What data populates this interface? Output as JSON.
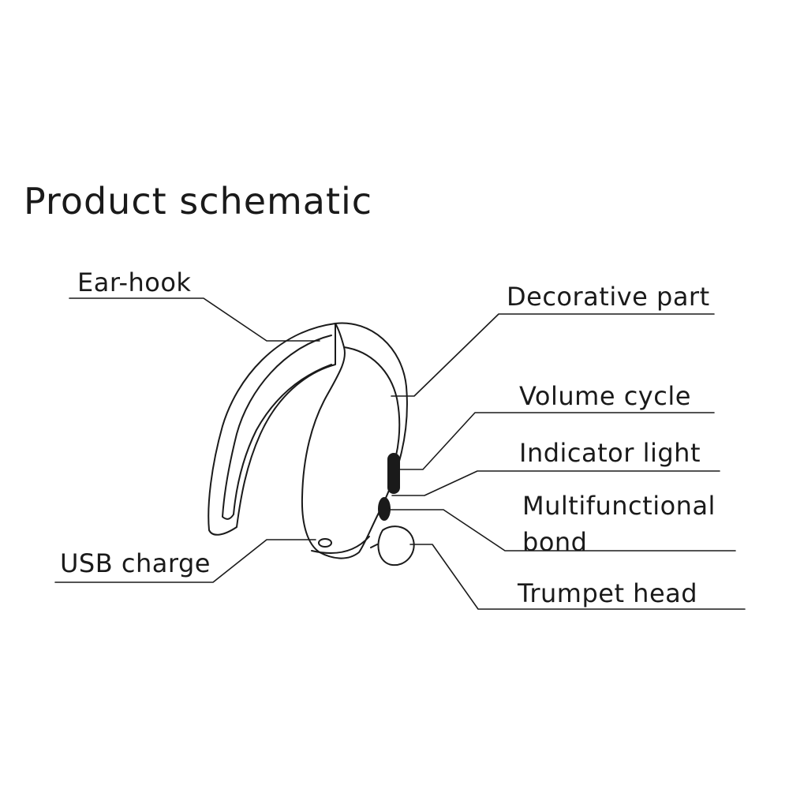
{
  "title": "Product schematic",
  "labels": {
    "ear_hook": "Ear-hook",
    "decorative_part": "Decorative part",
    "volume_cycle": "Volume cycle",
    "indicator_light": "Indicator light",
    "multifunctional_bond_line1": "Multifunctional",
    "multifunctional_bond_line2": "bond",
    "usb_charge": "USB charge",
    "trumpet_head": "Trumpet head"
  }
}
